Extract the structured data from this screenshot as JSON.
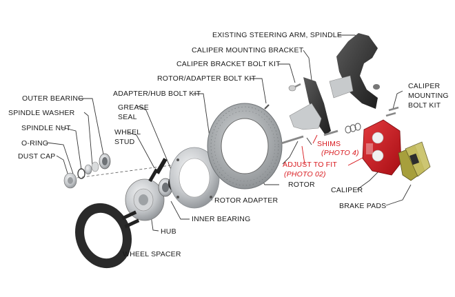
{
  "labels": {
    "steering_arm": "EXISTING STEERING ARM, SPINDLE",
    "caliper_mounting_bracket": "CALIPER MOUNTING BRACKET",
    "caliper_bracket_bolt_kit": "CALIPER BRACKET BOLT KIT",
    "rotor_adapter_bolt_kit": "ROTOR/ADAPTER BOLT KIT",
    "caliper_mounting_bolt_kit_1": "CALIPER",
    "caliper_mounting_bolt_kit_2": "MOUNTING",
    "caliper_mounting_bolt_kit_3": "BOLT KIT",
    "outer_bearing": "OUTER BEARING",
    "adapter_hub_bolt_kit": "ADAPTER/HUB BOLT KIT",
    "spindle_washer": "SPINDLE WASHER",
    "grease_seal_1": "GREASE",
    "grease_seal_2": "SEAL",
    "wheel_stud_1": "WHEEL",
    "wheel_stud_2": "STUD",
    "spindle_nut": "SPINDLE NUT",
    "o_ring": "O-RING",
    "dust_cap": "DUST CAP",
    "shims": "SHIMS",
    "shims_photo": "(PHOTO 4)",
    "adjust_to_fit": "ADJUST TO FIT",
    "adjust_photo": "(PHOTO 02)",
    "rotor": "ROTOR",
    "caliper": "CALIPER",
    "brake_pads": "BRAKE PADS",
    "rotor_adapter": "ROTOR ADAPTER",
    "inner_bearing": "INNER BEARING",
    "hub": "HUB",
    "wheel_spacer": "WHEEL SPACER"
  },
  "colors": {
    "leader": "#333333",
    "red_callout": "#d8161b",
    "caliper_red": "#c8141b",
    "metal": "#b9bcbf",
    "dark_metal": "#3a3a3a",
    "pad_yellow": "#b8b04a"
  }
}
